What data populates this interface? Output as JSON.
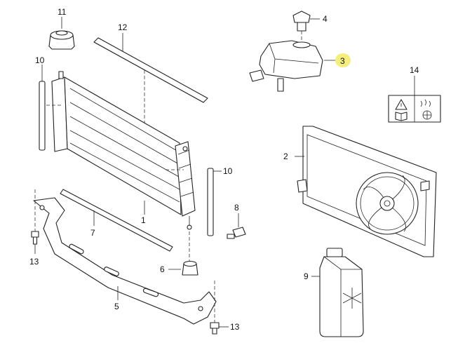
{
  "callouts": {
    "c1": "1",
    "c2": "2",
    "c3": "3",
    "c4": "4",
    "c5": "5",
    "c6": "6",
    "c7": "7",
    "c8": "8",
    "c9": "9",
    "c10a": "10",
    "c10b": "10",
    "c11": "11",
    "c12": "12",
    "c13a": "13",
    "c13b": "13",
    "c14": "14"
  },
  "highlight_color": "#f3ee7e",
  "icons": [
    "warning-triangle-icon",
    "manual-book-icon",
    "hot-steam-icon",
    "fan-icon",
    "snowflake-icon"
  ]
}
